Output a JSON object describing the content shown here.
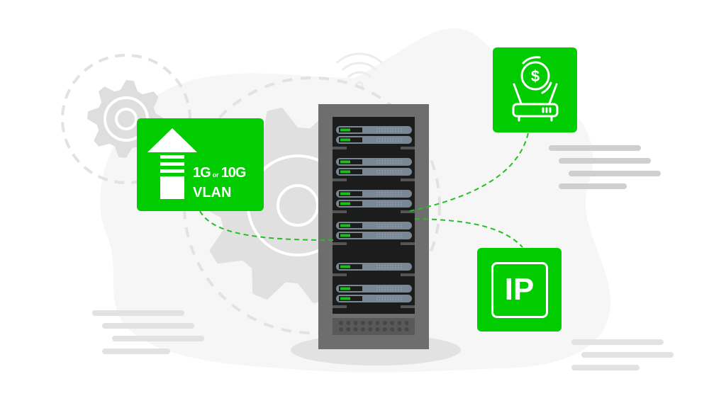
{
  "illustration": {
    "subject": "server-rack-network-features",
    "colors": {
      "accent_green": "#00cc00",
      "rack_body": "#6e6e6e",
      "rack_inner": "#1c1c1c",
      "server_unit": "#7a8794",
      "led_green": "#19c019",
      "background_blob": "#f6f6f6",
      "gear_gray": "#e0e0e0",
      "line_gray": "#dcdcdc"
    }
  },
  "cards": {
    "vlan": {
      "icon": "arrow-up-icon",
      "speed_primary": "1G",
      "speed_connector": "or",
      "speed_secondary": "10G",
      "line2": "VLAN"
    },
    "billing": {
      "icon": "router-dollar-icon",
      "symbol": "$"
    },
    "ip": {
      "icon": "ip-badge-icon",
      "label": "IP"
    }
  },
  "rack": {
    "server_groups": [
      2,
      2,
      2,
      2,
      1,
      2
    ]
  }
}
